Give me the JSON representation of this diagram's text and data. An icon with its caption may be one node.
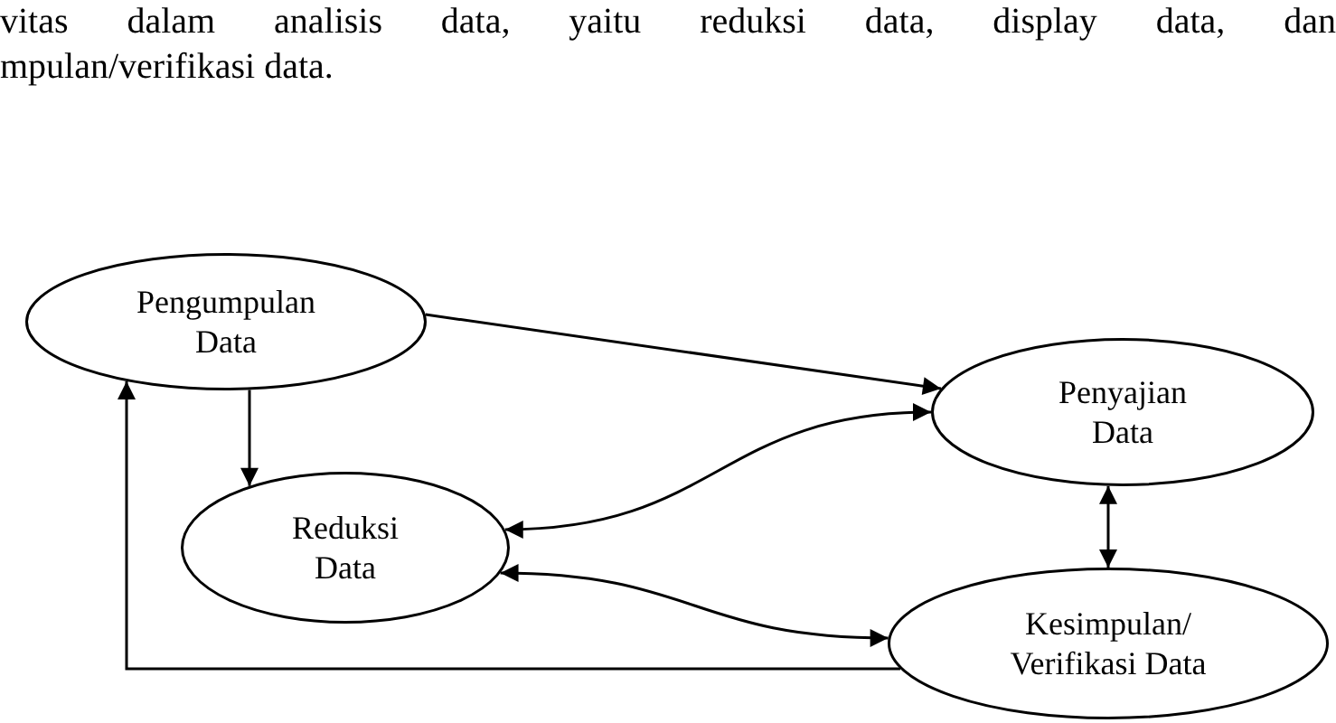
{
  "diagram": {
    "nodes": [
      {
        "text": [
          "Pengumpulan Data"
        ]
      },
      {
        "text": [
          "Reduksi Data"
        ]
      },
      {
        "text": [
          "Penyajian Data"
        ]
      },
      {
        "text": [
          "Kesimpulan/ Verifikasi Data"
        ]
      }
    ],
    "edges": [
      {
        "from": 0,
        "to": 2,
        "arrow": "to"
      },
      {
        "from": 0,
        "to": 1,
        "arrow": "to"
      },
      {
        "from": 2,
        "to": 1,
        "arrow": "both"
      },
      {
        "from": 1,
        "to": 3,
        "arrow": "both"
      },
      {
        "from": 2,
        "to": 3,
        "arrow": "both"
      },
      {
        "from": 3,
        "to": 0,
        "arrow": "to"
      }
    ],
    "labels": [
      "vitas dalam analisis data, yaitu reduksi data, display data, dan",
      "mpulan/verifikasi data."
    ]
  }
}
